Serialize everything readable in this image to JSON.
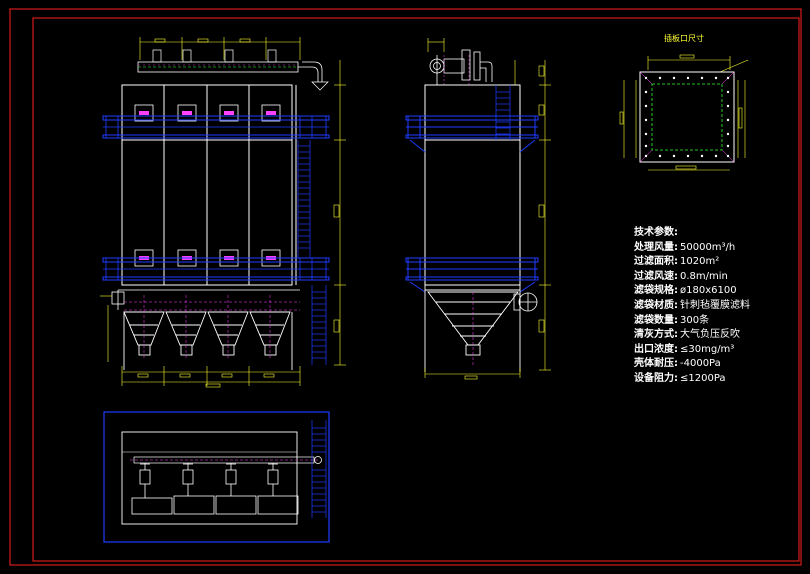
{
  "inset": {
    "title": "插板口尺寸"
  },
  "tech_params": {
    "heading": "技术参数:",
    "rows": [
      {
        "key": "处理风量:",
        "value": "50000m³/h"
      },
      {
        "key": "过滤面积:",
        "value": "1020m²"
      },
      {
        "key": "过滤风速:",
        "value": "0.8m/min"
      },
      {
        "key": "滤袋规格:",
        "value": "ø180x6100"
      },
      {
        "key": "滤袋材质:",
        "value": "针刺毡覆膜滤料"
      },
      {
        "key": "滤袋数量:",
        "value": "300条"
      },
      {
        "key": "清灰方式:",
        "value": "大气负压反吹"
      },
      {
        "key": "出口浓度:",
        "value": "≤30mg/m³"
      },
      {
        "key": "壳体耐压:",
        "value": "-4000Pa"
      },
      {
        "key": "设备阻力:",
        "value": "≤1200Pa"
      }
    ]
  },
  "colors": {
    "frame": "#ff2020",
    "outline": "#ffffff",
    "blue": "#1e3cff",
    "magenta": "#ff40ff",
    "yellow": "#ffff33",
    "green": "#33ff33",
    "cyan": "#33ffff"
  }
}
